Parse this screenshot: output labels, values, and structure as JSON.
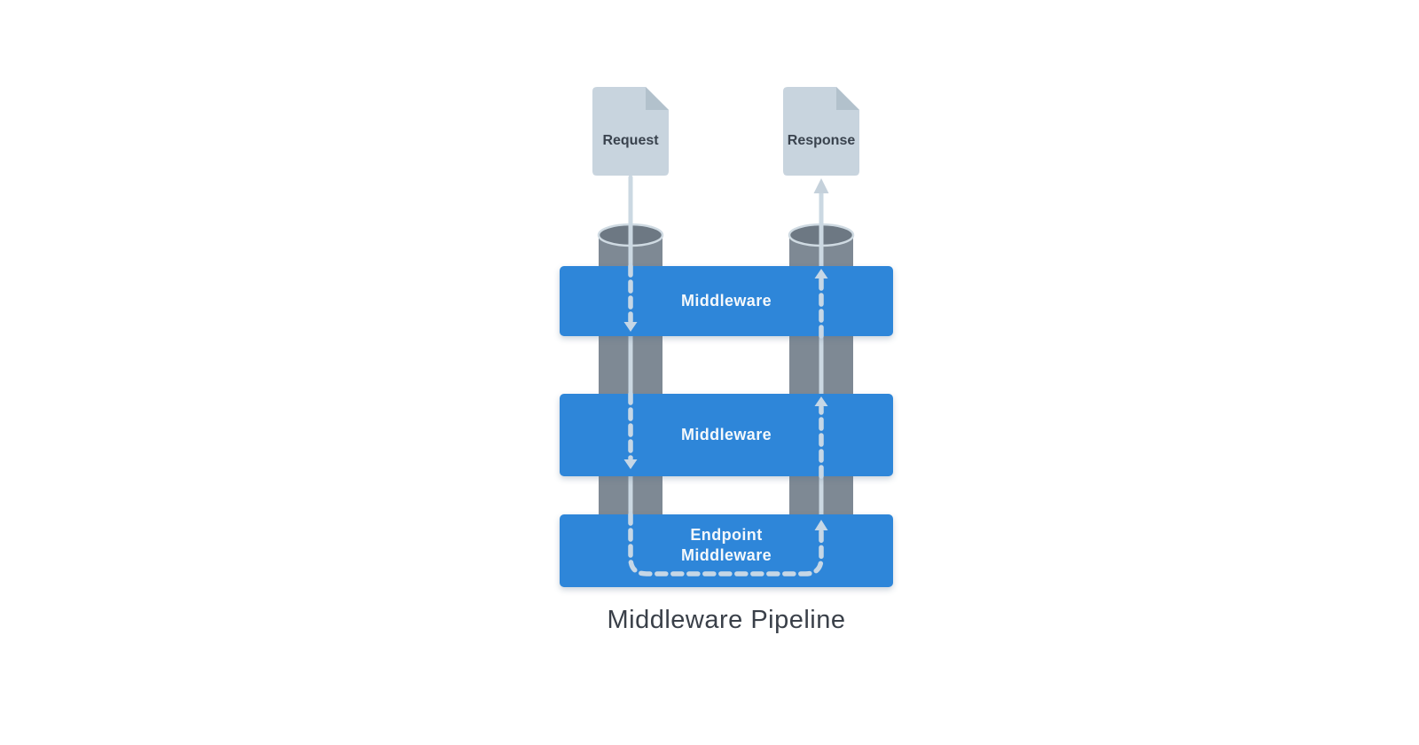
{
  "diagram": {
    "title": "Middleware Pipeline",
    "request": {
      "label": "Request",
      "icon": "document-icon"
    },
    "response": {
      "label": "Response",
      "icon": "document-icon"
    },
    "bars": [
      {
        "label": "Middleware"
      },
      {
        "label": "Middleware"
      },
      {
        "label_lines": [
          "Endpoint",
          "Middleware"
        ]
      }
    ],
    "icons": {
      "request_flow": "down-arrow-icon",
      "response_flow": "up-arrow-icon"
    },
    "colors": {
      "background": "#FFFFFF",
      "bar_blue": "#2E86D9",
      "bar_text": "#F4F8FB",
      "pipe_gray": "#7E8994",
      "pipe_top_gray": "#6D7883",
      "pipe_rim_light": "#CFDAE2",
      "flow_line_light": "#CBD8E2",
      "dashed_line_light": "#C6D7E6",
      "document_fill": "#C8D4DE",
      "document_fold": "#B2C1CC",
      "label_dark": "#3A434E",
      "title_dark": "#3A4049"
    }
  }
}
